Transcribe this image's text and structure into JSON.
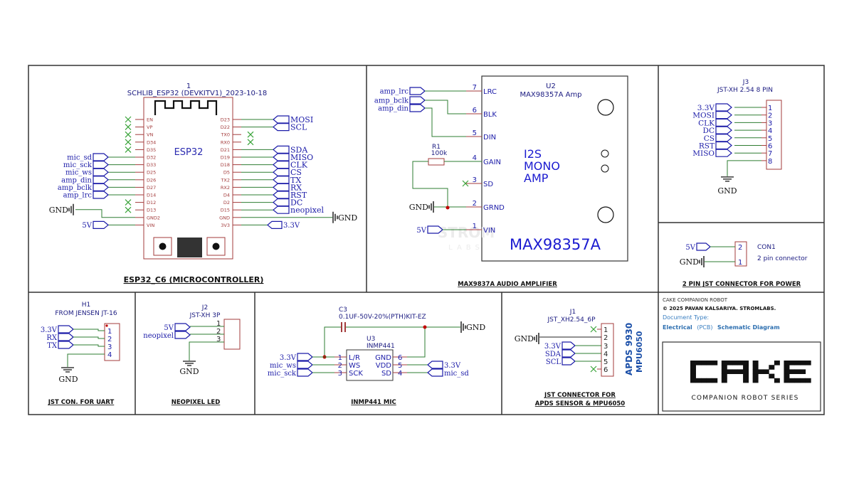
{
  "colors": {
    "wire": "#2e7d32",
    "pin": "#a33b3b",
    "label": "#1b1ba8",
    "part_text": "#1a1a80",
    "nc": "#3aa33a",
    "border": "#333333",
    "junction": "#c00000",
    "accent_blue": "#3a7fc1"
  },
  "esp32": {
    "ref": "1",
    "value": "SCHLIB_ESP32 (DEVKITV1)_2023-10-18",
    "center_label": "ESP32",
    "left_pins": [
      "EN",
      "VP",
      "VN",
      "D34",
      "D35",
      "D32",
      "D33",
      "D25",
      "D26",
      "D27",
      "D14",
      "D12",
      "D13",
      "GND2",
      "VIN"
    ],
    "right_pins": [
      "D23",
      "D22",
      "TX0",
      "RX0",
      "D21",
      "D19",
      "D18",
      "D5",
      "TX2",
      "RX2",
      "D4",
      "D2",
      "D15",
      "GND",
      "3V3"
    ],
    "left_nets": [
      "",
      "",
      "",
      "",
      "",
      "mic_sd",
      "mic_sck",
      "mic_ws",
      "amp_din",
      "amp_bclk",
      "amp_lrc",
      "",
      "",
      "GND",
      "5V"
    ],
    "right_nets": [
      "MOSI",
      "SCL",
      "",
      "",
      "SDA",
      "MISO",
      "CLK",
      "CS",
      "TX",
      "RX",
      "RST",
      "DC",
      "neopixel",
      "GND",
      "3.3V"
    ],
    "section_title": "ESP32_C6 (MICROCONTROLLER)"
  },
  "amp": {
    "ref": "U2",
    "value": "MAX98357A Amp",
    "pins": [
      {
        "num": "7",
        "name": "LRC",
        "net": "amp_lrc"
      },
      {
        "num": "6",
        "name": "BLK",
        "net": "amp_bclk"
      },
      {
        "num": "5",
        "name": "DIN",
        "net": "amp_din"
      },
      {
        "num": "4",
        "name": "GAIN",
        "net": ""
      },
      {
        "num": "3",
        "name": "SD",
        "net": ""
      },
      {
        "num": "2",
        "name": "GRND",
        "net": "GND"
      },
      {
        "num": "1",
        "name": "VIN",
        "net": "5V"
      }
    ],
    "body_line1": "I2S",
    "body_line2": "MONO",
    "body_line3": "AMP",
    "big_label": "MAX98357A",
    "resistor_ref": "R1",
    "resistor_value": "100k",
    "watermark_1": "STROM",
    "watermark_2": "LABS",
    "section_title": "MAX9837A AUDIO AMPLIFIER"
  },
  "j3": {
    "ref": "J3",
    "value": "JST-XH 2.54 8 PIN",
    "pins": [
      "1",
      "2",
      "3",
      "4",
      "5",
      "6",
      "7",
      "8"
    ],
    "nets": [
      "3.3V",
      "MOSI",
      "CLK",
      "DC",
      "CS",
      "RST",
      "MISO"
    ],
    "gnd": "GND"
  },
  "con1": {
    "ref": "CON1",
    "value": "2 pin connector",
    "pins": [
      "2",
      "1"
    ],
    "nets": [
      "5V",
      "GND"
    ],
    "section_title": "2 PIN JST CONNECTOR FOR POWER"
  },
  "h1": {
    "ref": "H1",
    "value": "FROM JENSEN JT-16",
    "pins": [
      "1",
      "2",
      "3",
      "4"
    ],
    "nets": [
      "3.3V",
      "RX",
      "TX"
    ],
    "gnd": "GND",
    "section_title": "JST CON. FOR UART"
  },
  "j2": {
    "ref": "J2",
    "value": "JST-XH 3P",
    "pins": [
      "1",
      "2",
      "3"
    ],
    "nets": [
      "5V",
      "neopixel"
    ],
    "gnd": "GND",
    "section_title": "NEOPIXEL LED"
  },
  "mic": {
    "cap_ref": "C3",
    "cap_value": "0.1UF-50V-20%(PTH)KIT-EZ",
    "ref": "U3",
    "value": "INMP441",
    "left_pins": [
      {
        "num": "1",
        "name": "L/R",
        "net": "3.3V"
      },
      {
        "num": "2",
        "name": "WS",
        "net": "mic_ws"
      },
      {
        "num": "3",
        "name": "SCK",
        "net": "mic_sck"
      }
    ],
    "right_pins": [
      {
        "num": "6",
        "name": "GND",
        "net": ""
      },
      {
        "num": "5",
        "name": "VDD",
        "net": "3.3V"
      },
      {
        "num": "4",
        "name": "SD",
        "net": "mic_sd"
      }
    ],
    "gnd": "GND",
    "section_title": "INMP441 MIC"
  },
  "j1": {
    "ref": "J1",
    "value": "JST_XH2.54_6P",
    "pins": [
      "1",
      "2",
      "3",
      "4",
      "5",
      "6"
    ],
    "gnd": "GND",
    "nets": [
      "3.3V",
      "SDA",
      "SCL"
    ],
    "side_label_1": "APDS 9930",
    "side_label_2": "MPU6050",
    "section_title_1": "JST CONNECTOR FOR",
    "section_title_2": "APDS SENSOR  & MPU6050"
  },
  "title_block": {
    "project": "CAKE COMPANION ROBOT",
    "copyright": "© 2025 PAVAN KALSARIYA. STROMLABS.",
    "doc_type_label": "Document Type:",
    "doc_type_a": "Electrical",
    "doc_type_b": "(PCB)",
    "doc_type_c": "Schematic Diagram",
    "logo": "CAKE",
    "logo_sub": "COMPANION ROBOT SERIES"
  }
}
